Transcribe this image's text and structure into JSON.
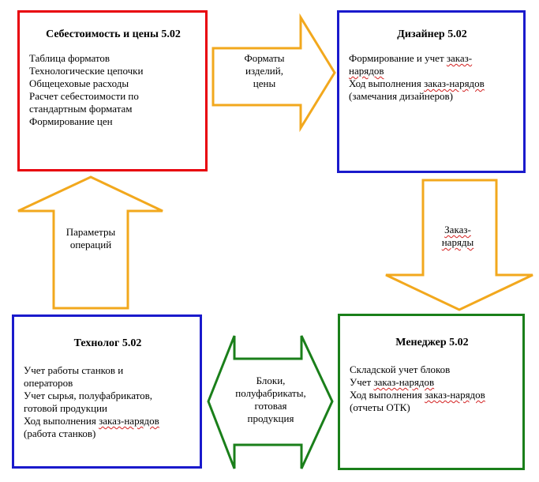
{
  "boxes": {
    "cost": {
      "title": "Себестоимость и цены 5.02",
      "lines": [
        "Таблица форматов",
        "Технологические цепочки",
        "Общецеховые расходы",
        "Расчет себестоимости по",
        "стандартным форматам",
        "Формирование цен"
      ]
    },
    "designer": {
      "title": "Дизайнер 5.02",
      "l1a": "Формирование и учет ",
      "l1b": "заказ-",
      "l2": "нарядов",
      "l3a": "Ход выполнения ",
      "l3b": "заказ-нарядов",
      "l4": "(замечания дизайнеров)"
    },
    "tech": {
      "title": "Технолог 5.02",
      "lines": [
        "Учет работы станков и",
        "операторов",
        "Учет сырья, полуфабрикатов,",
        "готовой продукции"
      ],
      "l5a": "Ход выполнения ",
      "l5b": "заказ-нарядов",
      "l6": "(работа станков)"
    },
    "manager": {
      "title": "Менеджер 5.02",
      "l1": "Складской учет блоков",
      "l2a": "Учет ",
      "l2b": "заказ-нарядов",
      "l3a": "Ход выполнения ",
      "l3b": "заказ-нарядов",
      "l4": "(отчеты ОТК)"
    }
  },
  "arrows": {
    "top": [
      "Форматы",
      "изделий,",
      "цены"
    ],
    "right": [
      "Заказ-",
      "наряды"
    ],
    "left": [
      "Параметры",
      "операций"
    ],
    "bottom": [
      "Блоки,",
      "полуфабрикаты,",
      "готовая",
      "продукция"
    ]
  },
  "colors": {
    "red": "#e8000b",
    "blue": "#1a1acc",
    "green": "#1a7f1a",
    "orange": "#f2a81d"
  }
}
